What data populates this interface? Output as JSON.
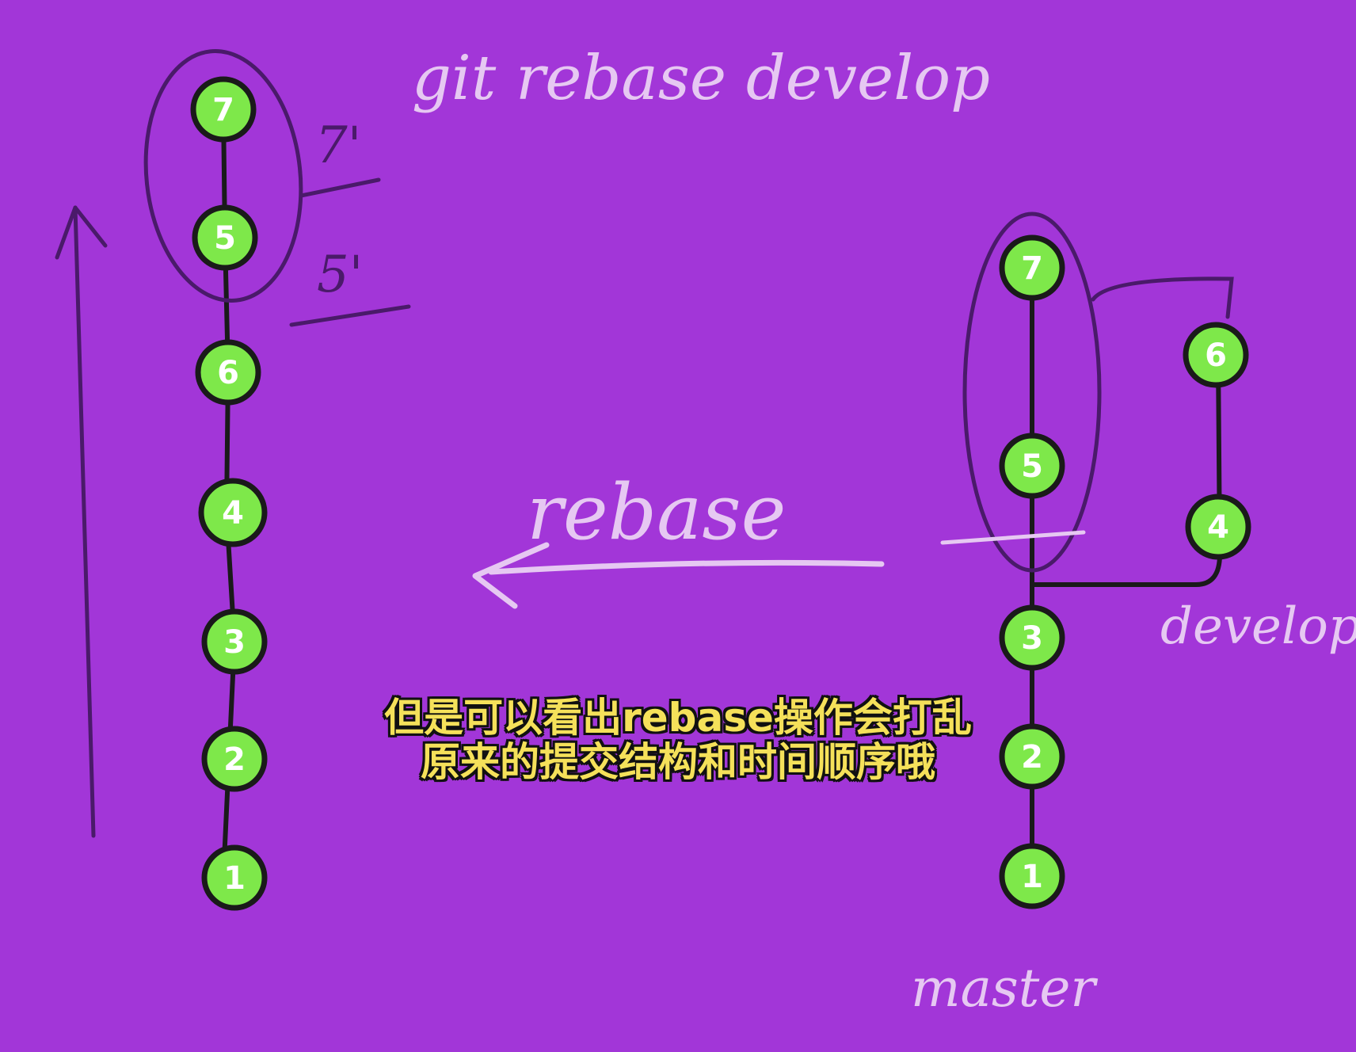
{
  "annotations": {
    "title": "git rebase develop",
    "rebase_arrow_label": "rebase",
    "branch_develop": "develop",
    "branch_master": "master",
    "prime_7": "7'",
    "prime_5": "5'"
  },
  "left_chain": [
    "1",
    "2",
    "3",
    "4",
    "6",
    "5",
    "7"
  ],
  "right_master_chain": [
    "1",
    "2",
    "3",
    "5",
    "7"
  ],
  "right_develop_chain": [
    "4",
    "6"
  ],
  "subtitle": {
    "line1": "但是可以看出rebase操作会打乱",
    "line2": "原来的提交结构和时间顺序哦"
  },
  "colors": {
    "background": "#a236d8",
    "node_fill": "#7ee84a",
    "line": "#1a1a1a",
    "chalk": "#e6c8f2",
    "ink": "#4a1a6a",
    "subtitle": "#f5e15a"
  }
}
